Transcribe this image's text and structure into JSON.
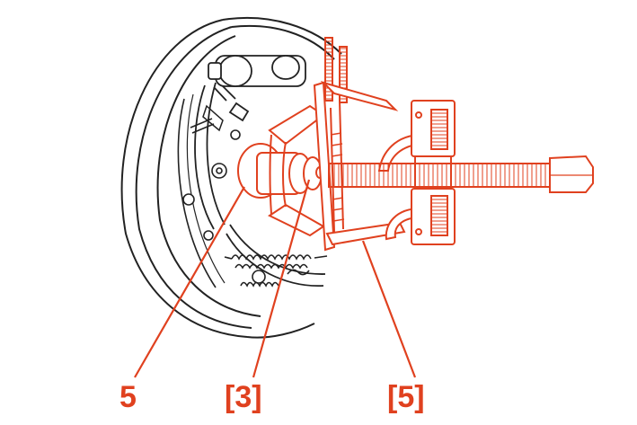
{
  "colors": {
    "highlight": "#e0411f",
    "line": "#222222",
    "background": "#ffffff"
  },
  "callouts": [
    {
      "id": "callout-5",
      "text": "5"
    },
    {
      "id": "callout-3",
      "text": "[3]"
    },
    {
      "id": "callout-5-bracket",
      "text": "[5]"
    }
  ],
  "figure": {
    "subject": "brake-drum-backing-plate-with-hub-puller",
    "parts": [
      "backing-plate",
      "brake-shoes",
      "wheel-cylinder",
      "return-springs",
      "hub",
      "puller-body",
      "puller-arms",
      "forcing-screw",
      "stud-bolts"
    ]
  }
}
